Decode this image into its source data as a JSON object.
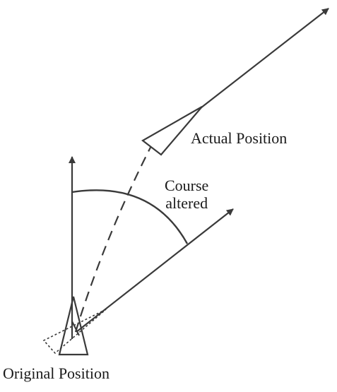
{
  "labels": {
    "actual_position": "Actual Position",
    "course_line1": "Course",
    "course_line2": "altered",
    "original_position": "Original Position"
  },
  "colors": {
    "stroke": "#3a3a3a",
    "text": "#1a1a1a",
    "background": "#ffffff"
  },
  "icons": {
    "aircraft_original": "aircraft-triangle-icon",
    "aircraft_actual": "aircraft-triangle-icon",
    "aircraft_ghost": "aircraft-ghost-icon"
  }
}
